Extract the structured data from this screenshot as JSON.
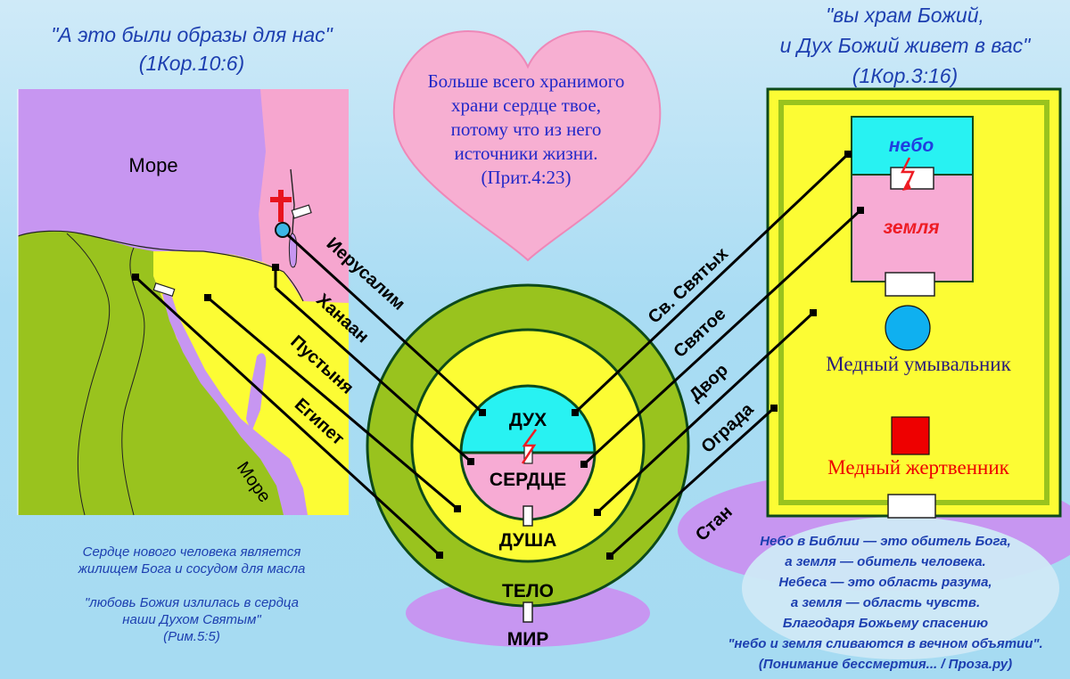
{
  "left_quote": {
    "line1": "\"А это были образы для нас\"",
    "line2": "(1Кор.10:6)"
  },
  "right_quote": {
    "line1": "\"вы храм Божий,",
    "line2": "и Дух Божий живет в вас\"",
    "line3": "(1Кор.3:16)"
  },
  "heart": {
    "lines": [
      "Больше всего хранимого",
      "храни сердце твое,",
      "потому что из него",
      "источники жизни.",
      "(Прит.4:23)"
    ]
  },
  "map": {
    "sea_top": "Море",
    "sea_bottom": "Море"
  },
  "circles": {
    "spirit": "ДУХ",
    "heart": "СЕРДЦЕ",
    "soul": "ДУША",
    "body": "ТЕЛО",
    "world": "МИР"
  },
  "map_links": {
    "jerusalem": "Иерусалим",
    "canaan": "Ханаан",
    "desert": "Пустыня",
    "egypt": "Египет"
  },
  "temple_links": {
    "holy_of_holies": "Св. Святых",
    "holy": "Святое",
    "court": "Двор",
    "fence": "Ограда",
    "camp": "Стан"
  },
  "temple": {
    "heaven": "небо",
    "earth": "земля",
    "laver": "Медный умывальник",
    "altar": "Медный жертвенник"
  },
  "bottom_left_note": {
    "lines": [
      "Сердце нового человека является",
      "жилищем Бога и сосудом для масла"
    ],
    "quote_lines": [
      "\"любовь Божия излилась в сердца",
      "наши Духом Святым\"",
      "(Рим.5:5)"
    ]
  },
  "bottom_right_note": {
    "lines": [
      "Небо в Библии — это обитель Бога,",
      "а земля — обитель человека.",
      "Небеса — это область разума,",
      "а земля — область чувств.",
      "Благодаря Божьему спасению",
      "\"небо и земля сливаются в вечном объятии\".",
      "(Понимание бессмертия... / Проза.ру)"
    ]
  },
  "colors": {
    "green": "#99c31e",
    "yellow": "#fcfc34",
    "pink": "#f7abd4",
    "cyan": "#28f2f2",
    "lilac": "#c796f1",
    "map_pink": "#f6a6cf",
    "heart": "#f7afd2",
    "dark_green": "#0d4a1a",
    "heaven_text": "#1f3ee0",
    "earth_text": "#ee1c24",
    "laver": "#0fb0f0",
    "altar": "#ee0000"
  }
}
